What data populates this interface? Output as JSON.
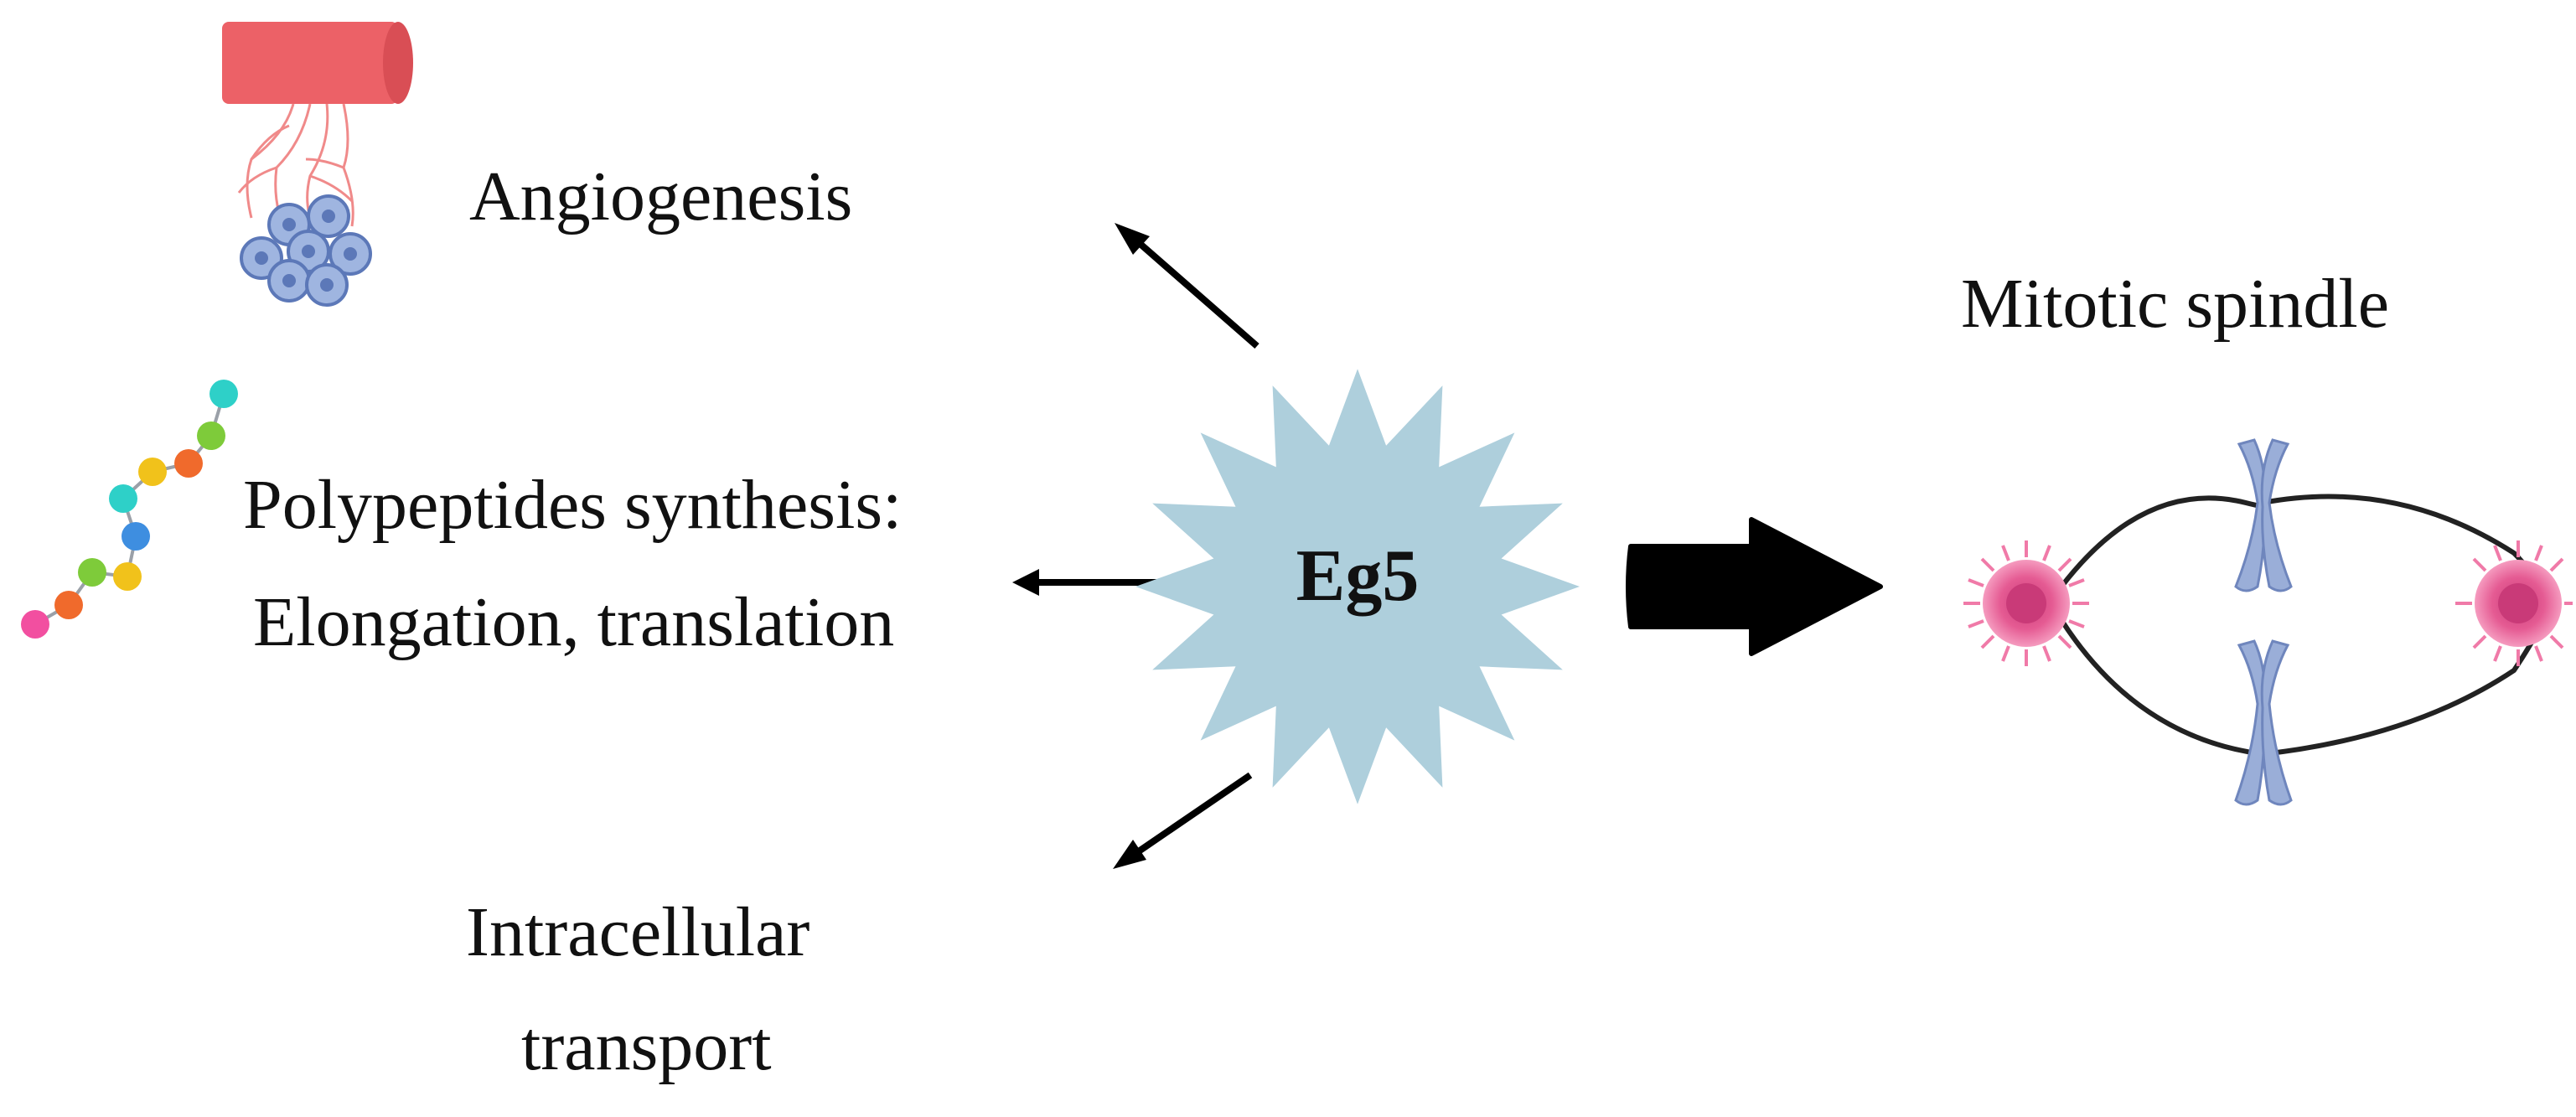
{
  "center": {
    "label": "Eg5",
    "color": "#aecfdc"
  },
  "functions": {
    "angiogenesis": "Angiogenesis",
    "polypeptides_line1": "Polypeptides synthesis:",
    "polypeptides_line2": "Elongation, translation",
    "transport_line1": "Intracellular",
    "transport_line2": "transport"
  },
  "outcome": {
    "label": "Mitotic spindle"
  },
  "colors": {
    "vessel": "#ec6167",
    "capillary": "#f08a8a",
    "cell_fill": "#9fb5e0",
    "cell_stroke": "#5c78b8",
    "centrosome_outer": "#f06a9c",
    "centrosome_inner": "#d64a84",
    "chromosome": "#9aaed8",
    "arrow": "#000000"
  },
  "icons": {
    "angiogenesis": "blood-vessel-with-cells-icon",
    "polypeptide": "amino-acid-chain-icon",
    "spindle": "mitotic-spindle-icon"
  },
  "bead_colors": [
    "#f24fa0",
    "#f06a2c",
    "#7ecb3a",
    "#f1c21b",
    "#3e8ee0",
    "#2ed0c8",
    "#f1c21b",
    "#f06a2c",
    "#7ecb3a",
    "#2ed0c8"
  ]
}
